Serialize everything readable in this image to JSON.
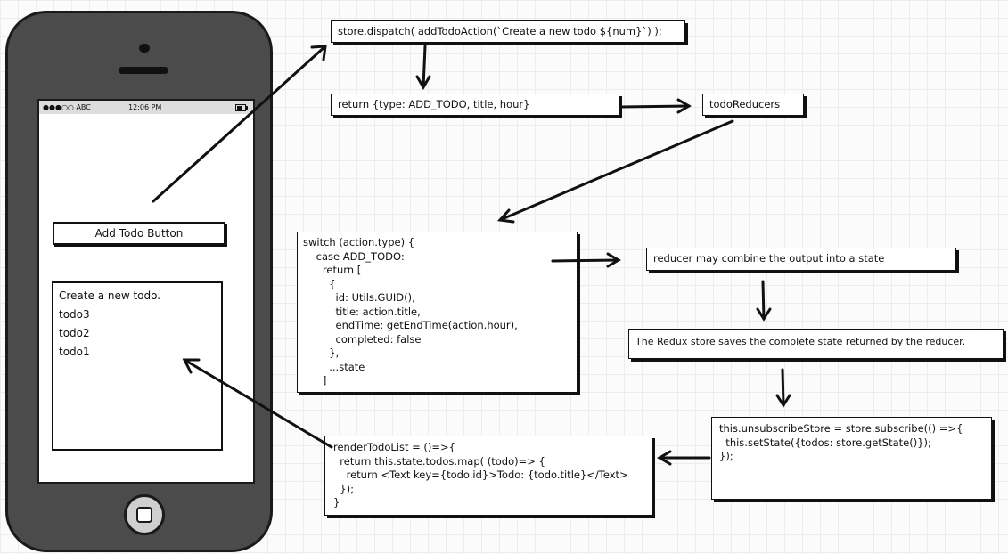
{
  "phone": {
    "status_carrier": "●●●○○ ABC",
    "status_time": "12:06 PM",
    "add_button_label": "Add Todo Button",
    "todo_items": [
      "Create a new todo.",
      "todo3",
      "todo2",
      "todo1"
    ]
  },
  "boxes": {
    "dispatch": "store.dispatch( addTodoAction(`Create a new todo ${num}`) );",
    "return_action": "return {type: ADD_TODO, title, hour}",
    "reducers": "todoReducers",
    "switch_code": [
      "switch (action.type) {",
      "    case ADD_TODO:",
      "      return [",
      "        {",
      "          id: Utils.GUID(),",
      "          title: action.title,",
      "          endTime: getEndTime(action.hour),",
      "          completed: false",
      "        },",
      "        ...state",
      "      ]"
    ],
    "combine": "reducer may combine the output into a  state",
    "store_saves": "The Redux store saves the complete state returned by the reducer.",
    "subscribe_code": [
      "this.unsubscribeStore = store.subscribe(() =>{",
      "  this.setState({todos: store.getState()});",
      "});"
    ],
    "render_code": [
      "renderTodoList = ()=>{",
      "  return this.state.todos.map( (todo)=> {",
      "    return <Text key={todo.id}>Todo: {todo.title}</Text>",
      "  });",
      "}"
    ]
  },
  "colors": {
    "phone_body": "#4b4b4b",
    "stroke": "#111111"
  }
}
